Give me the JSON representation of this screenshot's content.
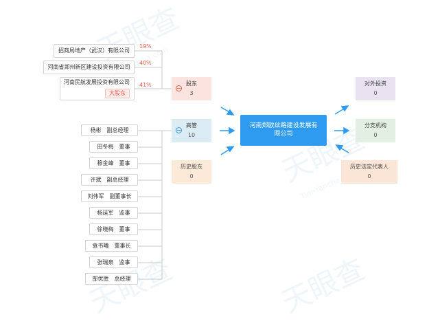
{
  "watermark": {
    "brand": "天眼查",
    "url": "TianYancha.com"
  },
  "company": "河南郑欧丝路建设发展有限公司",
  "categories": {
    "shareholders": {
      "label": "股东",
      "count": "3",
      "toggle": "−"
    },
    "executives": {
      "label": "高管",
      "count": "10",
      "toggle": "−"
    },
    "history_shareholders": {
      "label": "历史股东",
      "count": "0"
    },
    "investments": {
      "label": "对外投资",
      "count": "0"
    },
    "branches": {
      "label": "分支机构",
      "count": "0"
    },
    "history_legal": {
      "label": "历史法定代表人",
      "count": "0"
    }
  },
  "shareholders": [
    {
      "name": "招商局地产（武汉）有限公司",
      "percent": "19%"
    },
    {
      "name": "河南省郑州新区建设投资有限公司",
      "percent": "40%"
    },
    {
      "name": "河南民航发展投资有限公司",
      "percent": "41%",
      "tag": "大股东"
    }
  ],
  "executives": [
    {
      "name": "杨彬",
      "role": "副总经理"
    },
    {
      "name": "田冬梅",
      "role": "董事"
    },
    {
      "name": "穆金峰",
      "role": "董事"
    },
    {
      "name": "许斌",
      "role": "副总经理"
    },
    {
      "name": "刘伟军",
      "role": "副董事长"
    },
    {
      "name": "杨延军",
      "role": "监事"
    },
    {
      "name": "徐晓梅",
      "role": "董事"
    },
    {
      "name": "袁书曦",
      "role": "董事长"
    },
    {
      "name": "张瑞泉",
      "role": "监事"
    },
    {
      "name": "郜优胜",
      "role": "总经理"
    }
  ]
}
